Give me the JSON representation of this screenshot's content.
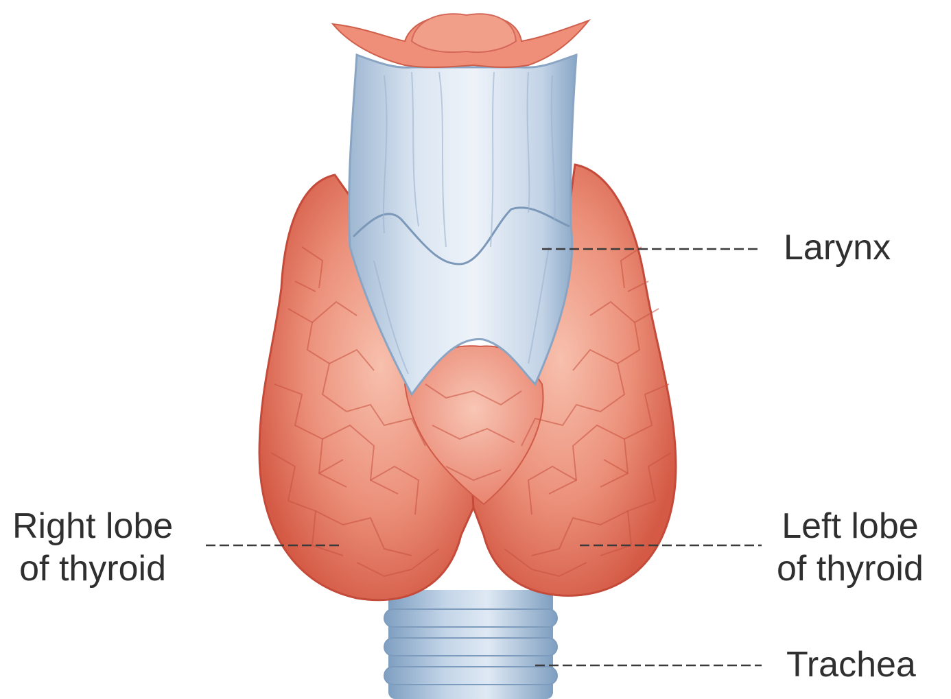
{
  "labels": {
    "larynx": "Larynx",
    "right_lobe": [
      "Right lobe",
      "of thyroid"
    ],
    "left_lobe": [
      "Left lobe",
      "of thyroid"
    ],
    "trachea": "Trachea"
  },
  "colors": {
    "thyroid_fill": "#e8836e",
    "thyroid_dark": "#c9473a",
    "thyroid_light": "#f6b6a4",
    "cartilage_fill": "#c9d8e8",
    "cartilage_light": "#e8eff7",
    "cartilage_dark": "#8aa7c4",
    "epiglottis": "#ee8f7b",
    "leader_line": "#3a3a3a",
    "text": "#2f2f2f"
  }
}
